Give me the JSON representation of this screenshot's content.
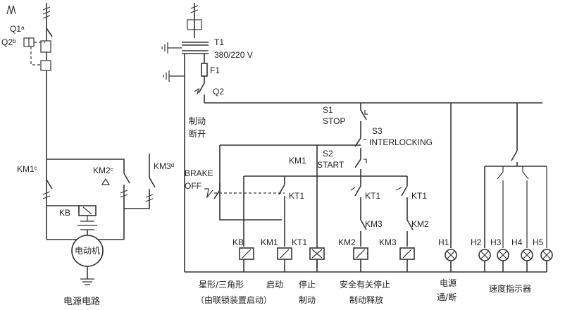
{
  "labels": {
    "q1": "Q1ᵃ",
    "q2b": "Q2ᵇ",
    "t1": "T1",
    "t1_rating": "380/220  V",
    "f1": "F1",
    "q2": "Q2",
    "s1": "S1",
    "stop": "STOP",
    "s3": "S3",
    "interlocking": "INTERLOCKING",
    "brake_cn_1": "制动",
    "brake_cn_2": "断开",
    "km1_top": "KM1",
    "s2": "S2",
    "start": "START",
    "brake": "BRAKE",
    "off": "OFF",
    "kt1_a": "KT1",
    "kt1_b": "KT1",
    "kt1_c": "KT1",
    "km3_contact": "KM3",
    "km2_contact": "KM2",
    "km1c": "KM1ᶜ",
    "km2c": "KM2ᶜ",
    "km3d": "KM3ᵈ",
    "kb_left": "KB",
    "motor": "电动机",
    "coil_kb": "KB",
    "coil_km1": "KM1",
    "coil_kt1": "KT1",
    "coil_km2": "KM2",
    "coil_km3": "KM3",
    "h1": "H1",
    "h2": "H2",
    "h3": "H3",
    "h4": "H4",
    "h5": "H5"
  },
  "captions": {
    "power_circuit": "电源电路",
    "star_delta": "星形/三角形",
    "interlock_start": "（由联锁装置启动）",
    "start": "启动",
    "stop_1": "停止",
    "stop_2": "制动",
    "safety_1": "安全有关停止",
    "safety_2": "制动释放",
    "power_1": "电源",
    "power_2": "通/断",
    "speed_indicator": "速度指示器"
  }
}
